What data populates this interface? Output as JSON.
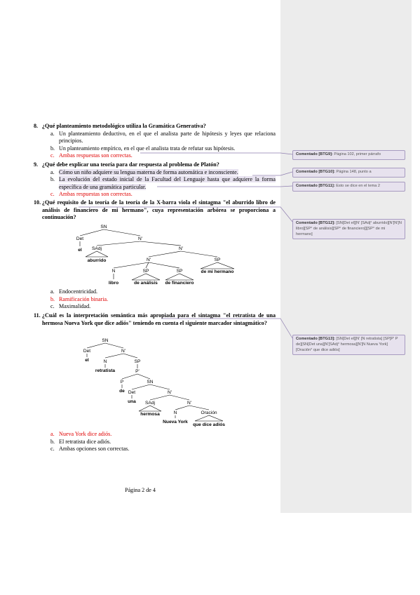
{
  "q8": {
    "num": "8.",
    "text": "¿Qué planteamiento metodológico utiliza la Gramática Generativa?",
    "options": [
      {
        "letter": "a.",
        "text": "Un planteamiento deductivo, en el que el analista parte de hipótesis y leyes que relaciona principios."
      },
      {
        "letter": "b.",
        "text": "Un planteamiento empírico, en el que el analista trata de refutar sus hipótesis."
      },
      {
        "letter": "c.",
        "text": "Ambas respuestas son correctas."
      }
    ]
  },
  "q9": {
    "num": "9.",
    "text": "¿Qué debe explicar una teoría para dar respuesta al problema de Platón?",
    "options": [
      {
        "letter": "a.",
        "text": "Cómo un niño adquiere su lengua materna de forma automática e inconsciente."
      },
      {
        "letter": "b.",
        "text": "La evolución del estado inicial de la Facultad del Lenguaje hasta que adquiere la forma específica de una gramática particular."
      },
      {
        "letter": "c.",
        "text": "Ambas respuestas son correctas."
      }
    ]
  },
  "q10": {
    "num": "10.",
    "text": "¿Qué requisito de la teoría de la teoría de la X-barra viola el sintagma \"el aburrido libro de análisis de financiero de mi hermano\", cuya representación arbórea se proporciona a continuación?",
    "tree": {
      "sn": "SN",
      "det": "Det",
      "el": "el",
      "nbar1": "N'",
      "sadj": "SAdj",
      "aburrido": "aburrido",
      "nbar2": "N'",
      "nbar3": "N'",
      "sp_top": "SP",
      "n": "N",
      "sp1": "SP",
      "sp2": "SP",
      "libro": "libro",
      "de_analisis": "de análisis",
      "de_financiero": "de financiero",
      "de_mi_hermano": "de mi hermano"
    },
    "options": [
      {
        "letter": "a.",
        "text": "Endocentricidad."
      },
      {
        "letter": "b.",
        "text": "Ramificación binaria."
      },
      {
        "letter": "c.",
        "text": "Maximalidad."
      }
    ]
  },
  "q11": {
    "num": "11.",
    "text": "¿Cuál es la interpretación semántica más apropiada para el sintagma \"el retratista de una hermosa Nueva York que dice adiós\" teniendo en cuenta el siguiente marcador sintagmático?",
    "tree": {
      "sn": "SN",
      "det": "Det",
      "el": "el",
      "nbar": "N'",
      "n": "N",
      "retratista": "retratista",
      "sp": "SP",
      "pbar": "P'",
      "p": "P",
      "de": "de",
      "sn2": "SN",
      "det2": "Det",
      "una": "una",
      "nbar2": "N'",
      "sadj": "SAdj",
      "hermosa": "hermosa",
      "nbar3": "N'",
      "n2": "N",
      "nueva_york": "Nueva York",
      "oracion": "Oración",
      "que_dice_adios": "que dice adiós"
    },
    "options": [
      {
        "letter": "a.",
        "text": "Nueva York dice adiós."
      },
      {
        "letter": "b.",
        "text": "El retratista dice adiós."
      },
      {
        "letter": "c.",
        "text": "Ambas opciones son correctas."
      }
    ]
  },
  "footer": "Página 2 de 4",
  "comments": [
    {
      "tag": "Comentado [BTG9]:",
      "text": "Página 102, primer párrafo"
    },
    {
      "tag": "Comentado [BTG10]:",
      "text": "Página 148, punto a"
    },
    {
      "tag": "Comentado [BTG11]:",
      "text": "Esto se dice en el tema 2"
    },
    {
      "tag": "Comentado [BTG12]:",
      "text": "[SN[Det el][N' [SAdj° aburrido][N'[N'[N libro][SP° de análisis][SP° de financiero]][SP° de mi hermano]"
    },
    {
      "tag": "Comentado [BTG13]:",
      "text": "[SN[Det el][N' [N retratista] [SP[P' P de][SN[Det una][N'[SAdj° hermosa][N'[N Nueva York][Oración° que dice adiós]"
    }
  ],
  "colors": {
    "answer_red": "#e00000",
    "comment_bg": "#e7e2ee",
    "comment_border": "#a79bc0",
    "margin_bg": "#ececec"
  }
}
